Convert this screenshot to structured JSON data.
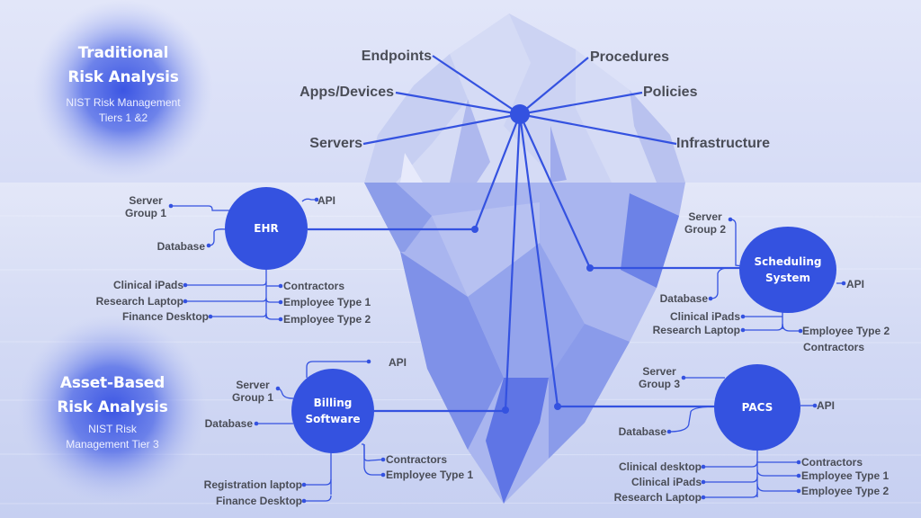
{
  "colors": {
    "accent": "#3452e0",
    "sky": "#dfe4f8",
    "water": "#ccd4f3",
    "text": "#4a4d57",
    "ice_light": "#c5cdf1",
    "ice_mid": "#93a3ec",
    "ice_dark": "#6378e6"
  },
  "panels": {
    "traditional": {
      "title_line1": "Traditional",
      "title_line2": "Risk Analysis",
      "subtitle_line1": "NIST Risk Management",
      "subtitle_line2": "Tiers 1 &2"
    },
    "asset_based": {
      "title_line1": "Asset-Based",
      "title_line2": "Risk Analysis",
      "subtitle_line1": "NIST Risk",
      "subtitle_line2": "Management Tier 3"
    }
  },
  "tip_labels": [
    "Endpoints",
    "Apps/Devices",
    "Servers",
    "Procedures",
    "Policies",
    "Infrastructure"
  ],
  "systems": {
    "ehr": {
      "name": "EHR",
      "server_line1": "Server",
      "server_line2": "Group 1",
      "api": "API",
      "database": "Database",
      "devices": [
        "Clinical iPads",
        "Research Laptop",
        "Finance Desktop"
      ],
      "people": [
        "Contractors",
        "Employee Type 1",
        "Employee Type 2"
      ]
    },
    "scheduling": {
      "name_line1": "Scheduling",
      "name_line2": "System",
      "server_line1": "Server",
      "server_line2": "Group 2",
      "api": "API",
      "database": "Database",
      "devices": [
        "Clinical iPads",
        "Research Laptop"
      ],
      "people": [
        "Employee Type 2",
        "Contractors"
      ]
    },
    "billing": {
      "name_line1": "Billing",
      "name_line2": "Software",
      "server_line1": "Server",
      "server_line2": "Group 1",
      "api": "API",
      "database": "Database",
      "devices": [
        "Registration laptop",
        "Finance Desktop"
      ],
      "people": [
        "Contractors",
        "Employee Type 1"
      ]
    },
    "pacs": {
      "name": "PACS",
      "server_line1": "Server",
      "server_line2": "Group 3",
      "api": "API",
      "database": "Database",
      "devices": [
        "Clinical desktop",
        "Clinical iPads",
        "Research Laptop"
      ],
      "people": [
        "Contractors",
        "Employee Type 1",
        "Employee Type 2"
      ]
    }
  }
}
